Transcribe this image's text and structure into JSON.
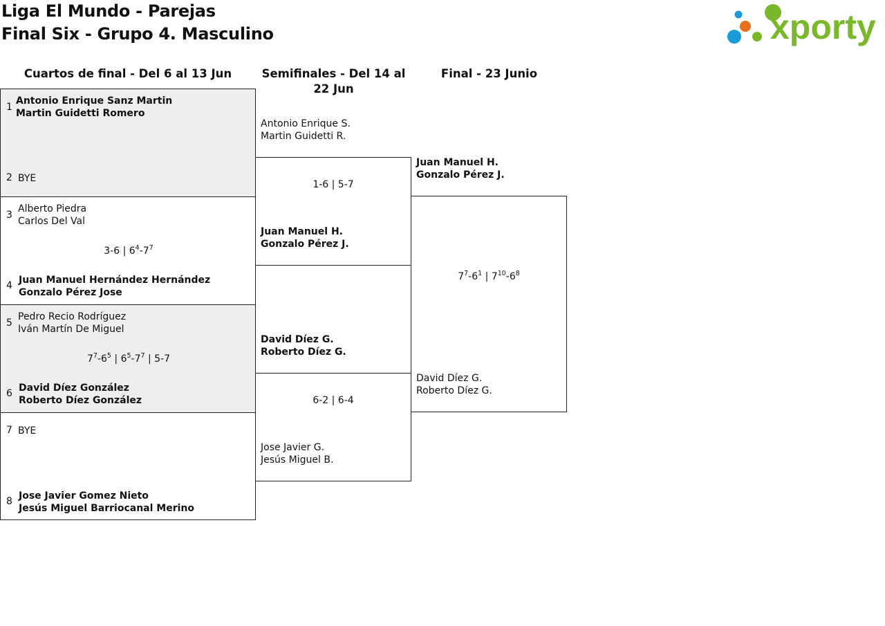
{
  "header": {
    "title_line1": "Liga El Mundo - Parejas",
    "title_line2": "Final Six - Grupo 4. Masculino",
    "logo_text": "xporty"
  },
  "rounds": {
    "quarters": "Cuartos de final - Del 6 al 13 Jun",
    "semis": "Semifinales - Del 14 al 22 Jun",
    "final": "Final - 23 Junio"
  },
  "quarters": [
    {
      "seed_a": "1",
      "a_line1": "Antonio Enrique Sanz Martin",
      "a_line2": "Martin Guidetti Romero",
      "seed_b": "2",
      "b_line1": "BYE",
      "b_line2": "",
      "score": ""
    },
    {
      "seed_a": "3",
      "a_line1": "Alberto Piedra",
      "a_line2": "Carlos Del Val",
      "seed_b": "4",
      "b_line1": "Juan Manuel Hernández Hernández",
      "b_line2": "Gonzalo Pérez Jose",
      "score": {
        "s1": "3-6 | 6",
        "s1sup": "4",
        "s2": "-7",
        "s2sup": "7"
      }
    },
    {
      "seed_a": "5",
      "a_line1": "Pedro Recio Rodríguez",
      "a_line2": "Iván Martín De Miguel",
      "seed_b": "6",
      "b_line1": "David Díez González",
      "b_line2": "Roberto Díez González",
      "score": {
        "p1": "7",
        "p1sup": "7",
        "p2": "-6",
        "p2sup": "5",
        "p3": " | 6",
        "p3sup": "5",
        "p4": "-7",
        "p4sup": "7",
        "p5": " | 5-7"
      }
    },
    {
      "seed_a": "7",
      "a_line1": "BYE",
      "a_line2": "",
      "seed_b": "8",
      "b_line1": "Jose Javier Gomez Nieto",
      "b_line2": "Jesús Miguel Barriocanal Merino",
      "score": ""
    }
  ],
  "semis": [
    {
      "a_line1": "Antonio Enrique S.",
      "a_line2": "Martin Guidetti R.",
      "b_line1": "Juan Manuel H.",
      "b_line2": "Gonzalo Pérez J.",
      "score": "1-6 | 5-7"
    },
    {
      "a_line1": "David Díez G.",
      "a_line2": "Roberto Díez G.",
      "b_line1": "Jose Javier G.",
      "b_line2": "Jesús Miguel B.",
      "score": "6-2 | 6-4"
    }
  ],
  "final": {
    "a_line1": "Juan Manuel H.",
    "a_line2": "Gonzalo Pérez J.",
    "b_line1": "David Díez G.",
    "b_line2": "Roberto Díez G.",
    "score": {
      "p1": "7",
      "p1sup": "7",
      "p2": "-6",
      "p2sup": "1",
      "p3": " | 7",
      "p3sup": "10",
      "p4": "-6",
      "p4sup": "8"
    }
  },
  "colors": {
    "brand_green": "#7ab82b",
    "dot_blue": "#1a9ad9",
    "dot_orange": "#e8701a",
    "highlight_gray": "#eeeeee"
  }
}
